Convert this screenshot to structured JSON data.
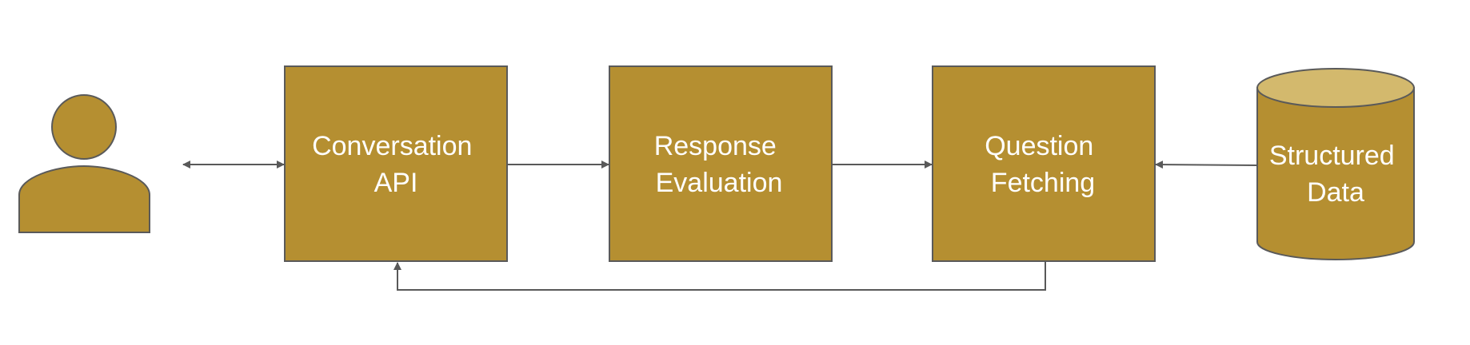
{
  "colors": {
    "box_fill": "#b58f31",
    "box_stroke": "#5a5a5a",
    "cylinder_top_fill": "#d3b96d",
    "arrow": "#595959",
    "label": "#ffffff"
  },
  "nodes": {
    "user": {
      "icon": "user-icon"
    },
    "conversation_api": {
      "line1": "Conversation",
      "line2": "API"
    },
    "response_evaluation": {
      "line1": "Response",
      "line2": "Evaluation"
    },
    "question_fetching": {
      "line1": "Question",
      "line2": "Fetching"
    },
    "structured_data": {
      "line1": "Structured",
      "line2": "Data",
      "icon": "database-icon"
    }
  },
  "edges": [
    {
      "from": "user",
      "to": "conversation_api",
      "direction": "both"
    },
    {
      "from": "conversation_api",
      "to": "response_evaluation",
      "direction": "forward"
    },
    {
      "from": "response_evaluation",
      "to": "question_fetching",
      "direction": "forward"
    },
    {
      "from": "structured_data",
      "to": "question_fetching",
      "direction": "forward"
    },
    {
      "from": "question_fetching",
      "to": "conversation_api",
      "direction": "forward"
    }
  ]
}
